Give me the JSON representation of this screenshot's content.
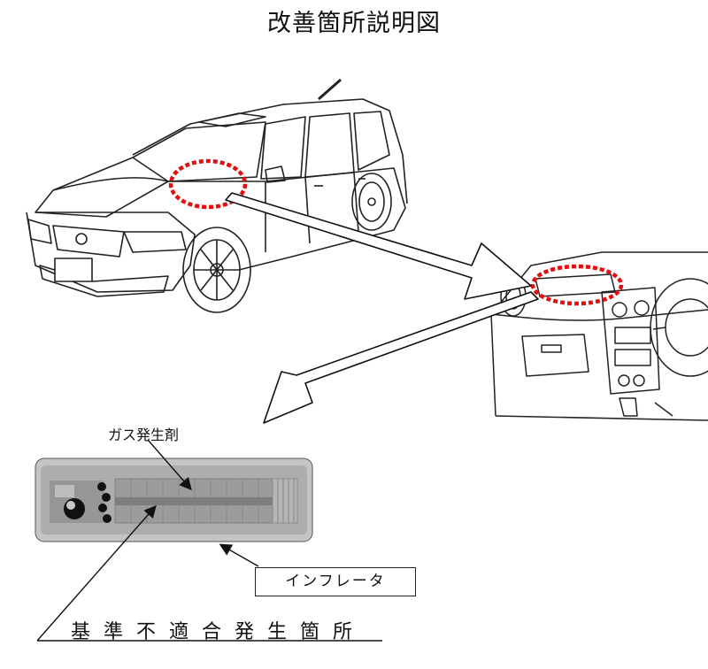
{
  "title": "改善箇所説明図",
  "labels": {
    "gas_generant": "ガス発生剤",
    "inflator": "インフレータ",
    "non_conformance_location": "基準不適合発生箇所"
  },
  "colors": {
    "highlight_circle": "#e01010",
    "line_art": "#222222",
    "inflator_body": "#b8b8b8",
    "inflator_inner": "#8a8a8a"
  },
  "icons": {
    "vehicle": "station-wagon-illustration",
    "dashboard": "passenger-dashboard-illustration",
    "component": "airbag-inflator-cross-section"
  }
}
